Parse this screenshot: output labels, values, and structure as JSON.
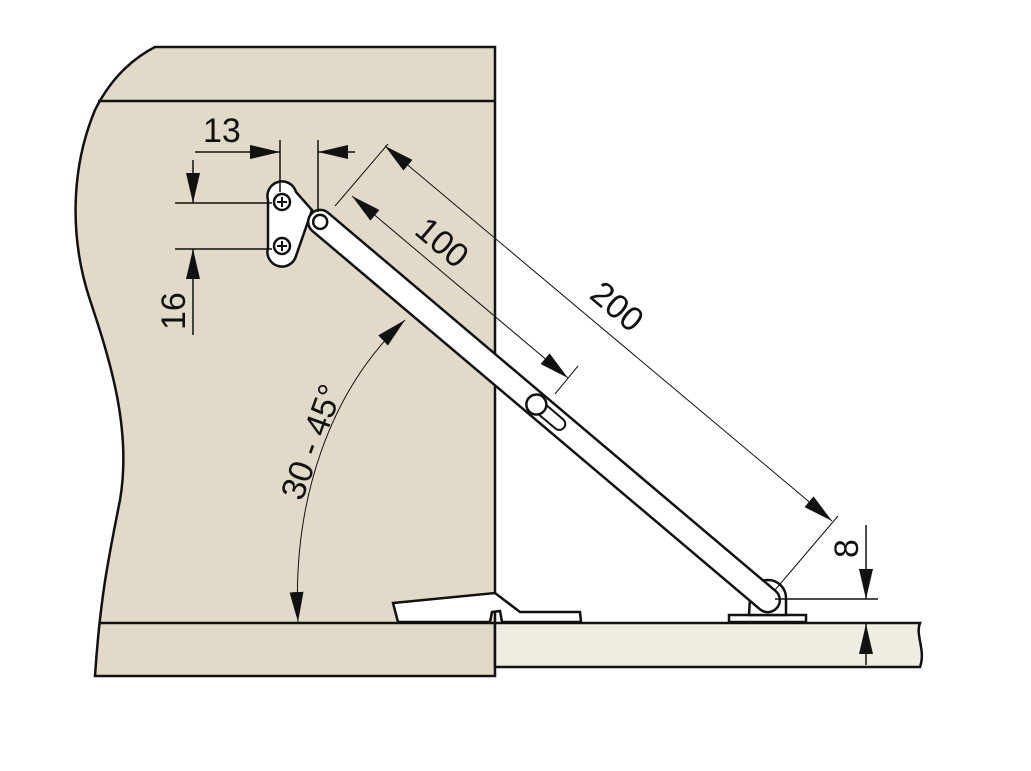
{
  "dimensions": {
    "bracket_horizontal": "13",
    "bracket_vertical": "16",
    "short_length": "100",
    "long_length": "200",
    "base_offset": "8",
    "opening_angle": "30 - 45°"
  },
  "colors": {
    "cabinet": "#e1dac9",
    "panel": "#efede2",
    "stay": "#ffffff",
    "line": "#111111"
  }
}
